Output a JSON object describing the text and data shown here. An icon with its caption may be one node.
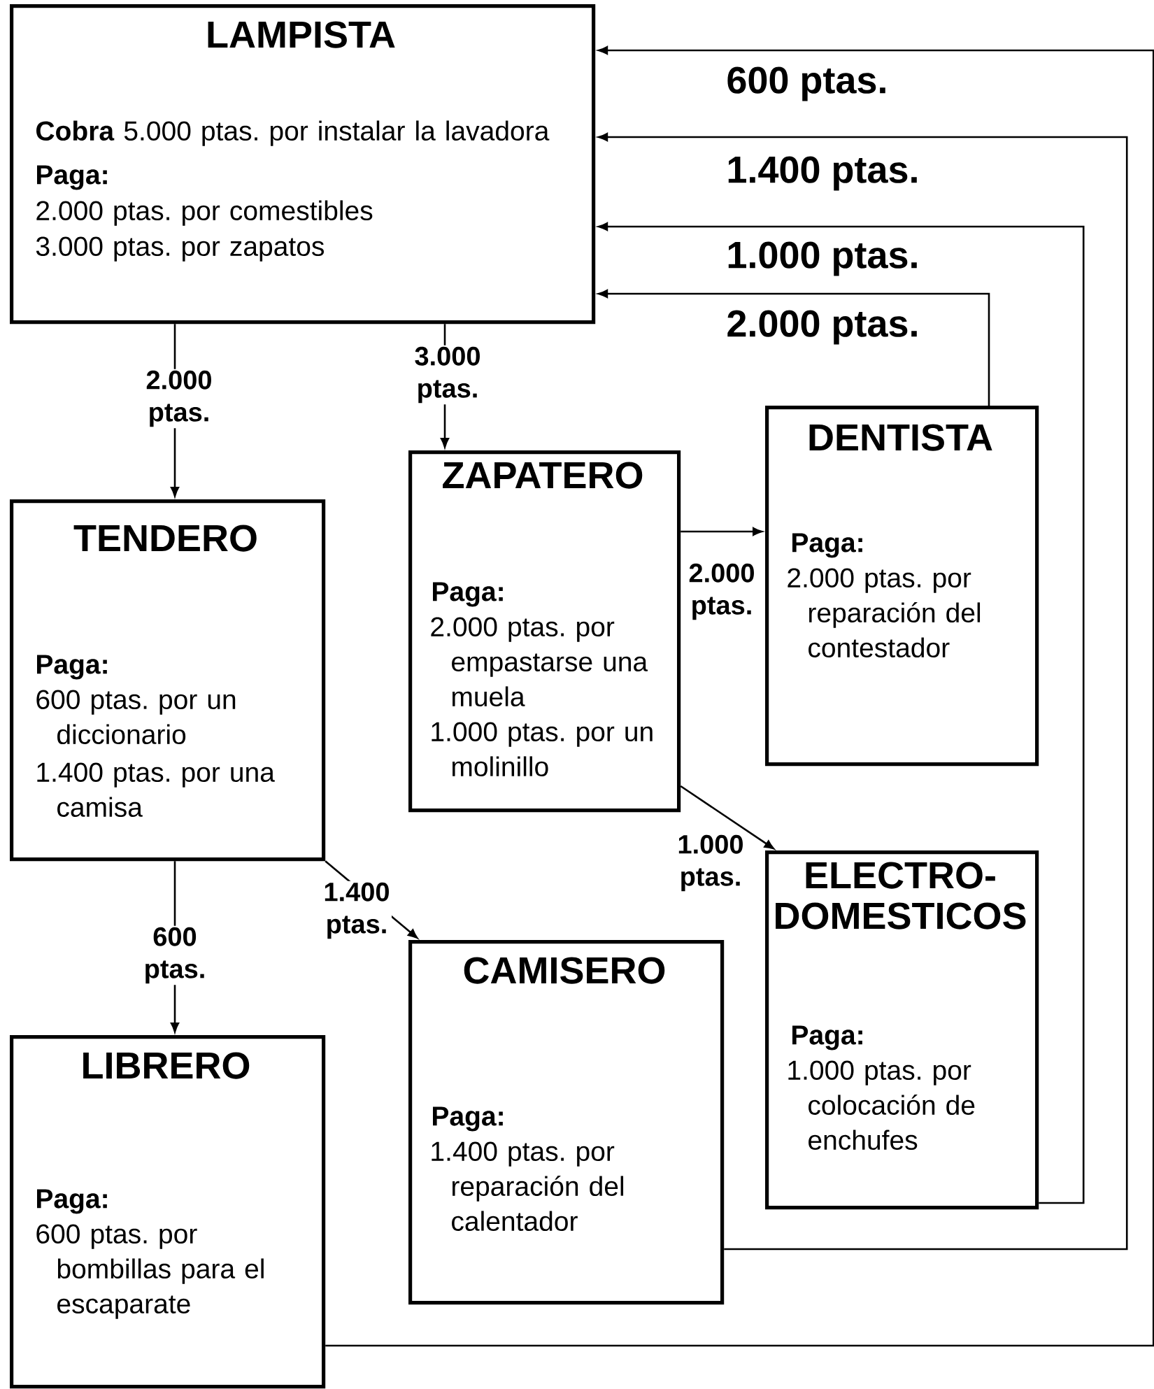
{
  "diagram": {
    "nodes": [
      {
        "text": [
          "LAMPISTA",
          "**Cobra** 5.000 ptas. por instalar la lavadora",
          "Paga:",
          "2.000 ptas. por comestibles",
          "3.000 ptas. por zapatos"
        ]
      },
      {
        "text": [
          "TENDERO",
          "Paga:",
          "600 ptas. por un diccionario",
          "1.400 ptas. por una camisa"
        ]
      },
      {
        "text": [
          "ZAPATERO",
          "Paga:",
          "2.000 ptas. por empastarse una muela",
          "1.000 ptas. por un molinillo"
        ]
      },
      {
        "text": [
          "DENTISTA",
          "Paga:",
          "2.000 ptas. por reparación del contestador"
        ]
      },
      {
        "text": [
          "ELECTRO-DOMESTICOS",
          "Paga:",
          "1.000 ptas. por colocación de enchufes"
        ]
      },
      {
        "text": [
          "CAMISERO",
          "Paga:",
          "1.400 ptas. por reparación del calentador"
        ]
      },
      {
        "text": [
          "LIBRERO",
          "Paga:",
          "600 ptas. por bombillas para el escaparate"
        ]
      }
    ],
    "edges": [
      {
        "from": 0,
        "to": 1,
        "arrow": "to",
        "label": "2.000 ptas."
      },
      {
        "from": 0,
        "to": 2,
        "arrow": "to",
        "label": "3.000 ptas."
      },
      {
        "from": 2,
        "to": 3,
        "arrow": "to",
        "label": "2.000 ptas."
      },
      {
        "from": 2,
        "to": 4,
        "arrow": "to",
        "label": "1.000 ptas."
      },
      {
        "from": 1,
        "to": 6,
        "arrow": "to",
        "label": "600 ptas."
      },
      {
        "from": 1,
        "to": 5,
        "arrow": "to",
        "label": "1.400 ptas."
      },
      {
        "from": 6,
        "to": 0,
        "arrow": "to",
        "label": "600 ptas."
      },
      {
        "from": 5,
        "to": 0,
        "arrow": "to",
        "label": "1.400 ptas."
      },
      {
        "from": 4,
        "to": 0,
        "arrow": "to",
        "label": "1.000 ptas."
      },
      {
        "from": 3,
        "to": 0,
        "arrow": "to",
        "label": "2.000 ptas."
      }
    ]
  }
}
